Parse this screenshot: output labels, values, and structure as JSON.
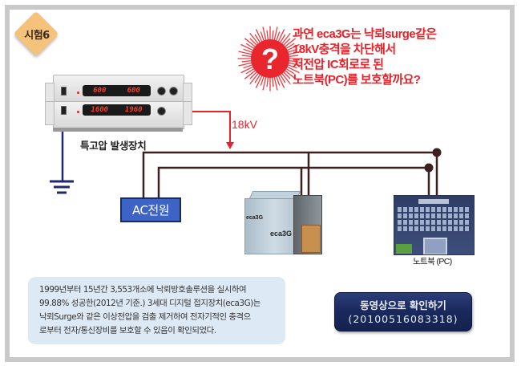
{
  "badge": {
    "label": "시험6",
    "color": "#f4c27a"
  },
  "question": {
    "icon": "question-burst-icon",
    "lines": [
      "과연 eca3G는 낙뢰surge같은",
      "18kV충격을 차단해서",
      "저전압 IC회로로 된",
      "노트북(PC)를 보호할까요?"
    ],
    "color": "#e8222a"
  },
  "generator": {
    "label": "특고압 발생장치",
    "upper_display": [
      "600",
      "600"
    ],
    "lower_display": [
      "1600",
      "1960"
    ]
  },
  "surge": {
    "label": "18kV",
    "color": "#e8222a"
  },
  "ac_power": {
    "label": "AC전원",
    "color": "#3d63c6"
  },
  "eca_device": {
    "logo": "eca3G"
  },
  "notebook": {
    "label": "노트북 (PC)"
  },
  "info": {
    "lines": [
      "1999년부터  15년간  3,553개소에  낙뢰방호솔루션을  실시하여",
      "99.88% 성공한(2012년 기준.) 3세대 디지털 접지장치(eca3G)는",
      "낙뢰Surge와 같은 이상전압을 검출 제거하여 전자기적인 충격으",
      "로부터 전자/통신장비를 보호할 수 있음이 확인되었다."
    ]
  },
  "video_button": {
    "label": "동영상으로 확인하기",
    "code": "(20100516083318)"
  },
  "colors": {
    "wire": "#3d1f1f",
    "ground_line": "#1f2a6e",
    "frame": "#c9c9c9"
  }
}
